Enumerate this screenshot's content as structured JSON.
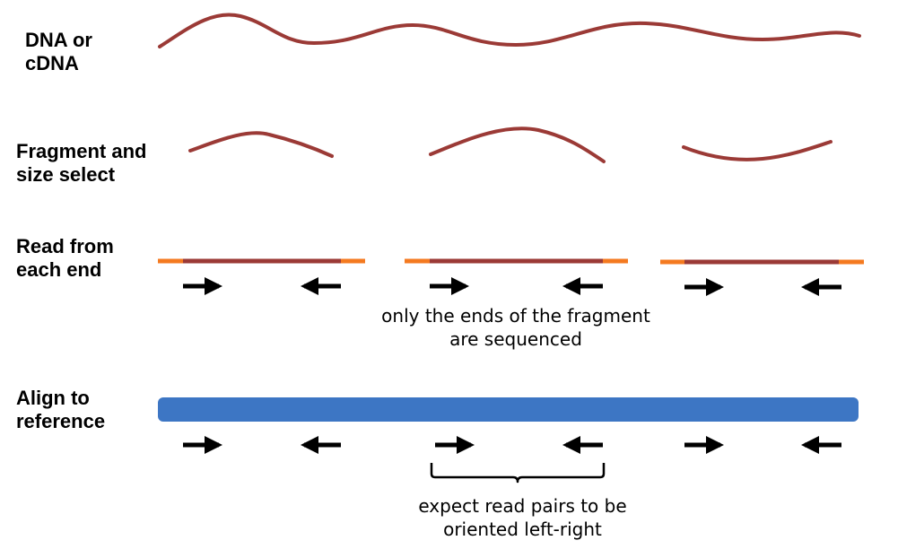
{
  "stages": [
    {
      "id": "dna",
      "label": "DNA or\ncDNA"
    },
    {
      "id": "fragment",
      "label": "Fragment and\nsize select"
    },
    {
      "id": "read",
      "label": "Read from\neach end"
    },
    {
      "id": "align",
      "label": "Align to\nreference"
    }
  ],
  "notes": {
    "ends_sequenced": "only the ends of the fragment\nare sequenced",
    "expect_pairs": "expect read pairs to be\noriented left-right"
  },
  "colors": {
    "dna": "#9b3a36",
    "adapter": "#f47a20",
    "reference": "#3d76c4",
    "arrow": "#000000"
  }
}
